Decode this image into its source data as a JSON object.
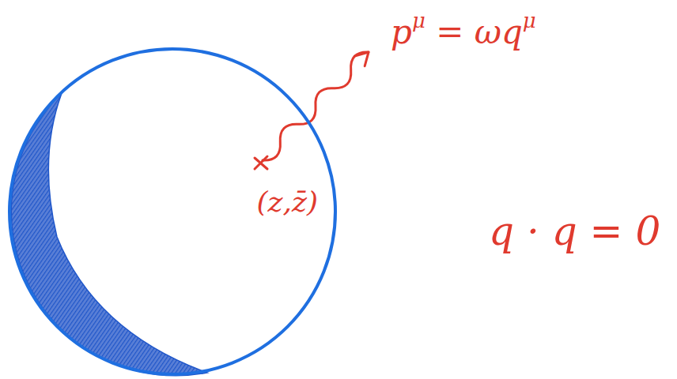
{
  "diagram": {
    "nodes": [
      {
        "text": [
          "(z,z̄)"
        ]
      }
    ],
    "labels": [
      "pμ = ωqμ",
      "q · q = 0"
    ]
  }
}
